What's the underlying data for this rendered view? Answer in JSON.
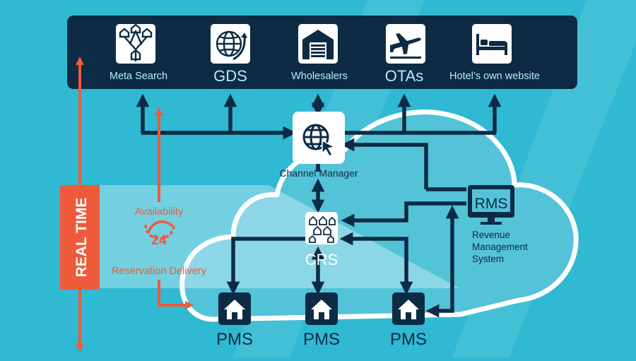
{
  "channels": [
    {
      "label": "Meta Search",
      "icon": "meta-search-icon"
    },
    {
      "label": "GDS",
      "icon": "globe-plane-icon"
    },
    {
      "label": "Wholesalers",
      "icon": "warehouse-icon"
    },
    {
      "label": "OTAs",
      "icon": "airplane-icon"
    },
    {
      "label": "Hotel’s own website",
      "icon": "hotel-bed-icon"
    }
  ],
  "channel_manager": {
    "label": "Channel Manager",
    "icon": "globe-cursor-icon"
  },
  "crs": {
    "label": "CRS",
    "icon": "houses-network-icon"
  },
  "rms": {
    "screen_text": "RMS",
    "label_lines": [
      "Revenue",
      "Management",
      "System"
    ]
  },
  "pms": [
    {
      "label": "PMS"
    },
    {
      "label": "PMS"
    },
    {
      "label": "PMS"
    }
  ],
  "real_time": {
    "label": "REAL TIME"
  },
  "availability": {
    "label": "Availability",
    "clock_text": "24",
    "delivery_label": "Reservation Delivery"
  },
  "colors": {
    "background": "#2fb9d2",
    "navy": "#0d2b45",
    "accent_orange": "#ee5a3a",
    "cloud_fill": "#53c3d8",
    "label_cyan": "#b6ecf6"
  }
}
